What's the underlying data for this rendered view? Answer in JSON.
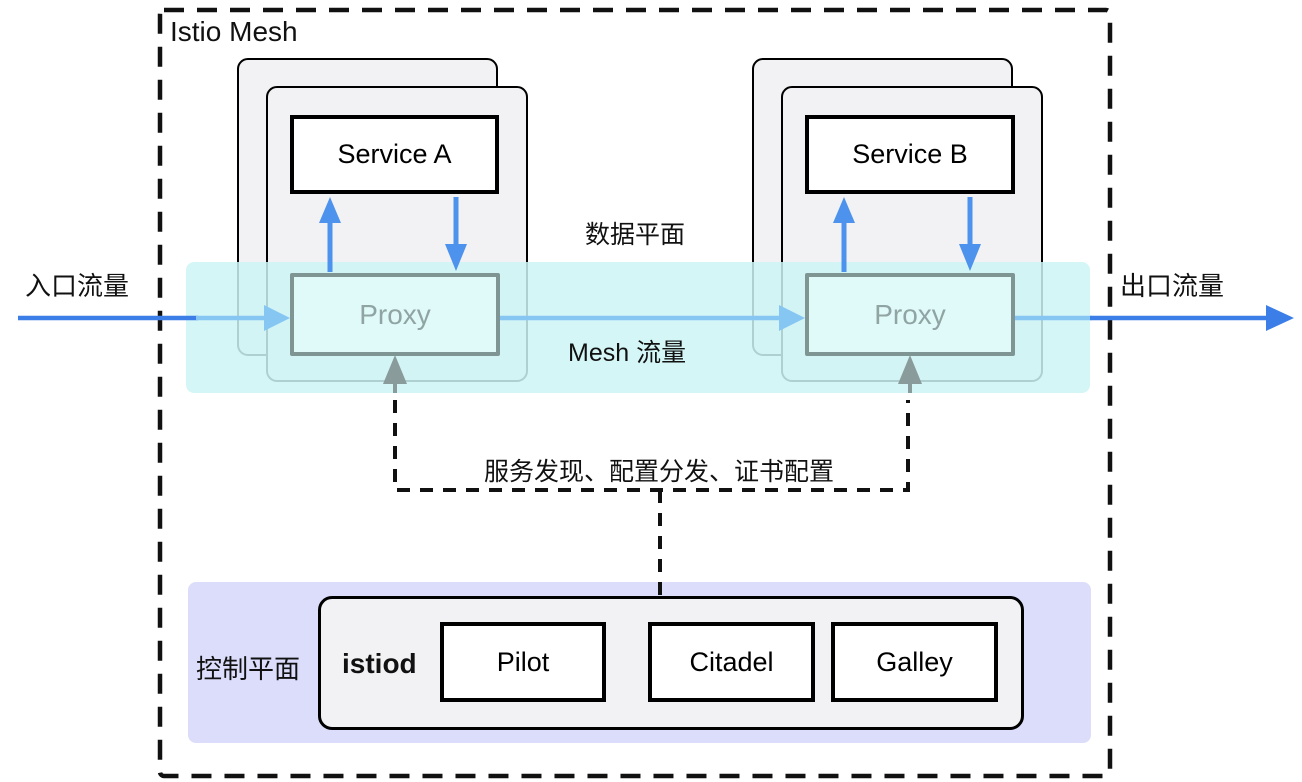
{
  "diagram": {
    "title": "Istio Mesh",
    "labels": {
      "ingress_traffic": "入口流量",
      "egress_traffic": "出口流量",
      "data_plane": "数据平面",
      "mesh_traffic": "Mesh 流量",
      "control_plane": "控制平面",
      "discovery_config": "服务发现、配置分发、证书配置"
    },
    "services": [
      {
        "name": "Service A",
        "proxy_label": "Proxy"
      },
      {
        "name": "Service B",
        "proxy_label": "Proxy"
      }
    ],
    "istiod": {
      "label": "istiod",
      "components": [
        "Pilot",
        "Citadel",
        "Galley"
      ]
    }
  },
  "colors": {
    "band-cyan": "rgba(206,244,244,0.85)",
    "band-lavender": "#DCDDFB",
    "card-gray": "#F2F2F4",
    "blue-dark": "#3B7EE8",
    "blue-mid": "#4D92ED",
    "blue-light": "#86C6F3",
    "proxy-border": "#7E9593",
    "proxy-fill": "#E0FAF9",
    "proxy-text": "#90A4A4",
    "arrow-gray": "#8A9B9B",
    "line-black": "#111111"
  }
}
